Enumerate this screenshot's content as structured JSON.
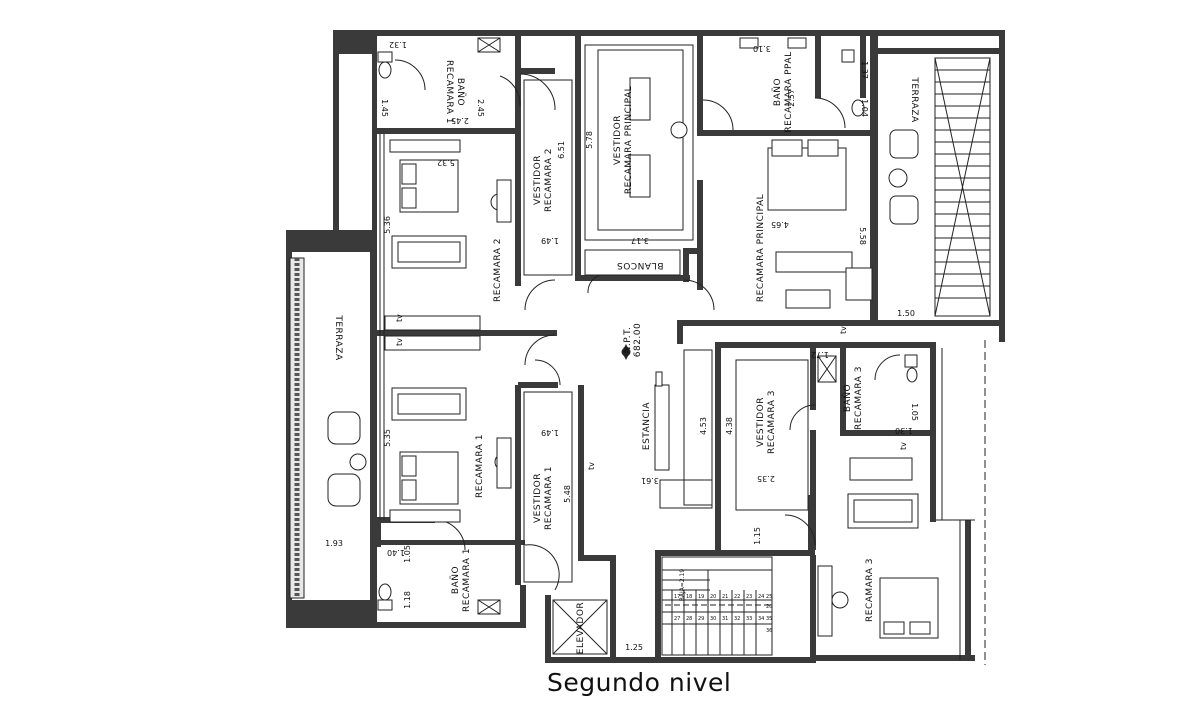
{
  "caption": "Segundo nivel",
  "rooms": {
    "bano_rec1_top": [
      "BAÑO",
      "RECAMARA 1"
    ],
    "vestidor_rec2": [
      "VESTIDOR",
      "RECAMARA 2"
    ],
    "vestidor_rec_ppal": [
      "VESTIDOR",
      "RECAMARA PRINCIPAL"
    ],
    "bano_rec_ppal": [
      "BAÑO",
      "RECAMARA PPAL"
    ],
    "terraza_right": "TERRAZA",
    "recamara_2": "RECAMARA 2",
    "recamara_principal": "RECAMARA PRINCIPAL",
    "blancos": "BLANCOS",
    "terraza_left": "TERRAZA",
    "npt": [
      "N.P.T.",
      "682.00"
    ],
    "estancia": "ESTANCIA",
    "vestidor_rec3": [
      "VESTIDOR",
      "RECAMARA 3"
    ],
    "bano_rec3": [
      "BAÑO",
      "RECAMARA 3"
    ],
    "recamara_1": "RECAMARA 1",
    "vestidor_rec1": [
      "VESTIDOR",
      "RECAMARA 1"
    ],
    "bano_rec1_bottom": [
      "BAÑO",
      "RECAMARA 1"
    ],
    "elevador": "ELEVADOR",
    "recamara_3": "RECAMARA 3",
    "baja": "BAJA=2.19"
  },
  "dimensions": {
    "d_132": "1.32",
    "d_245_a": "2.45",
    "d_145": "1.45",
    "d_245_b": "2.45",
    "d_532": "5.32",
    "d_651": "6.51",
    "d_578": "5.78",
    "d_149_top": "1.49",
    "d_317": "3.17",
    "d_310": "3.10",
    "d_137": "1.37",
    "d_257": "2.57",
    "d_104": "1.04",
    "d_465": "4.65",
    "d_558": "5.58",
    "d_150": "1.50",
    "d_536": "5.36",
    "d_535": "5.35",
    "d_149_mid": "1.49",
    "d_548": "5.48",
    "d_453": "4.53",
    "d_361": "3.61",
    "d_438": "4.38",
    "d_235": "2.35",
    "d_172": "1.72",
    "d_105_r": "1.05",
    "d_130": "1.30",
    "d_193": "1.93",
    "d_140": "1.40",
    "d_105_l": "1.05",
    "d_118": "1.18",
    "d_115": "1.15",
    "d_125": "1.25"
  },
  "tv_labels": [
    "tv",
    "tv",
    "tv",
    "tv",
    "tv"
  ],
  "stair_numbers": [
    "17",
    "18",
    "19",
    "20",
    "21",
    "22",
    "23",
    "24",
    "25",
    "26",
    "27",
    "28",
    "29",
    "30",
    "31",
    "32",
    "33",
    "34",
    "35",
    "36"
  ],
  "icons": [
    "shower-icon",
    "toilet-icon",
    "bed-icon",
    "sofa-icon",
    "chair-icon",
    "elevator-icon",
    "north-marker-icon"
  ]
}
